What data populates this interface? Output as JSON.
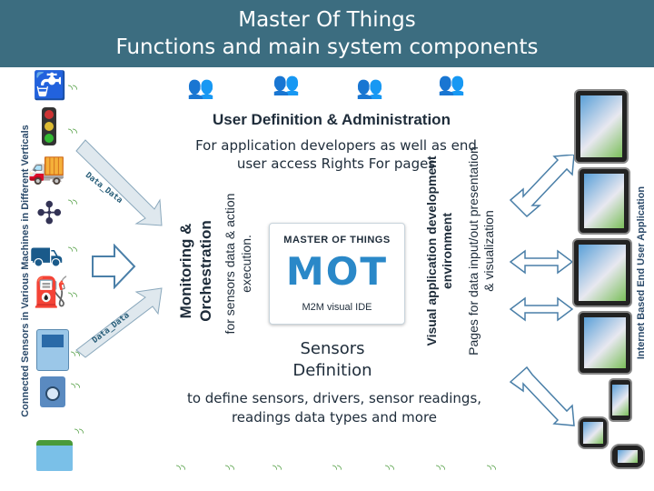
{
  "header": {
    "title_line1": "Master Of Things",
    "title_line2": "Functions and main system components",
    "bg_color": "#3c6d80"
  },
  "left_label": "Connected Sensors in Various Machines in Different  Verticals",
  "right_label": "Internet Based End User Application",
  "data_stream_text": "Data_Data",
  "user_admin": {
    "title": "User Definition & Administration",
    "body": "For application developers as well as end user  access Rights For pages"
  },
  "monitoring": {
    "title": "Monitoring & Orchestration",
    "subtitle": "for sensors data & action execution."
  },
  "visual_app": {
    "title": "Visual application development environment",
    "subtitle": "Pages for data input/out presentation & visualization"
  },
  "logo": {
    "top_text": "MASTER OF THINGS",
    "mark_text": "MOT",
    "caption": "M2M visual IDE"
  },
  "sensors_def": {
    "title": "Sensors Definition",
    "body": "to define sensors, drivers, sensor readings, readings data types and more"
  },
  "sensor_icons": [
    "faucet-icon",
    "traffic-light-icon",
    "truck-icon",
    "wind-turbine-icon",
    "tanker-icon",
    "oil-pump-icon",
    "atm-icon",
    "washing-machine-icon",
    "house-icon"
  ],
  "colors": {
    "accent_green": "#4a9a3a",
    "accent_blue": "#2e6da4"
  }
}
